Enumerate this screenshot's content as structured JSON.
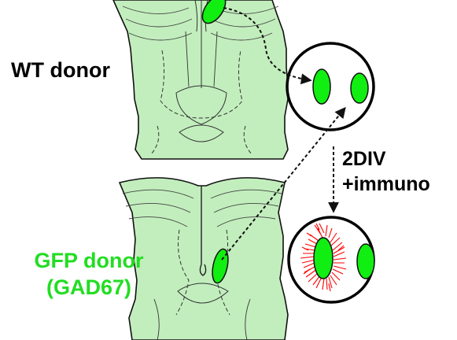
{
  "labels": {
    "wt_donor": "WT donor",
    "gfp_donor_line1": "GFP donor",
    "gfp_donor_line2": "(GAD67)",
    "step_line1": "2DIV",
    "step_line2": "+immuno"
  },
  "colors": {
    "tissue_fill": "#c2eebd",
    "cell_green": "#11ee11",
    "gfp_text": "#22dd22",
    "immuno_red": "#ff0000",
    "outline": "#111111"
  }
}
